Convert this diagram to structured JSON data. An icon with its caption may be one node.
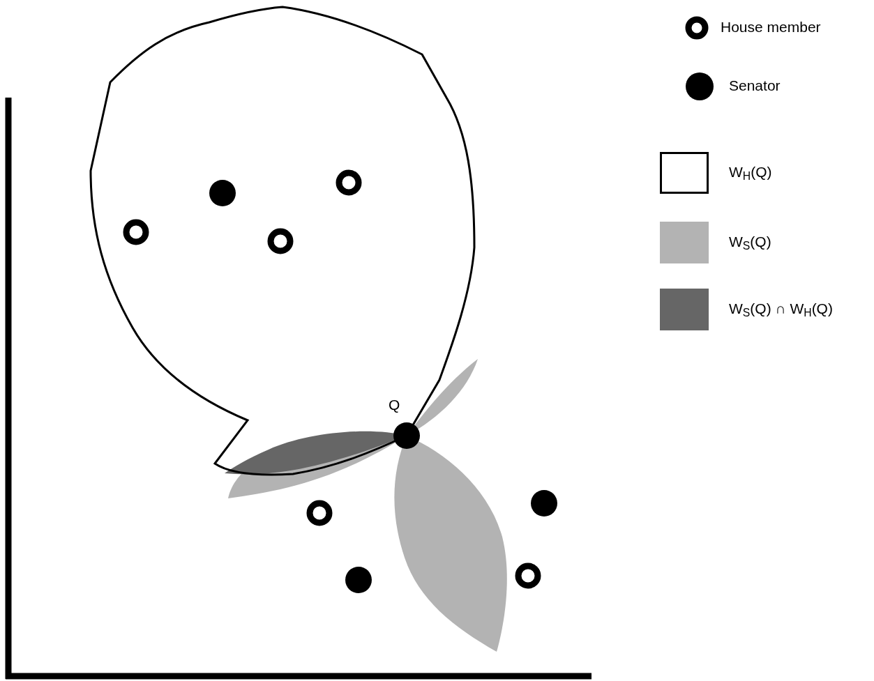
{
  "diagram": {
    "labels": [
      "Q"
    ],
    "legend": [
      {
        "text": "House member"
      },
      {
        "text": "Senator"
      },
      {
        "text": "W$_{H}$(Q)",
        "color": "#ffffff"
      },
      {
        "text": "W$_{S}$(Q)",
        "color": "#b3b3b3"
      },
      {
        "text": "W$_{S}$(Q) ∩ W$_{H}$(Q)",
        "color": "#666666"
      }
    ]
  }
}
